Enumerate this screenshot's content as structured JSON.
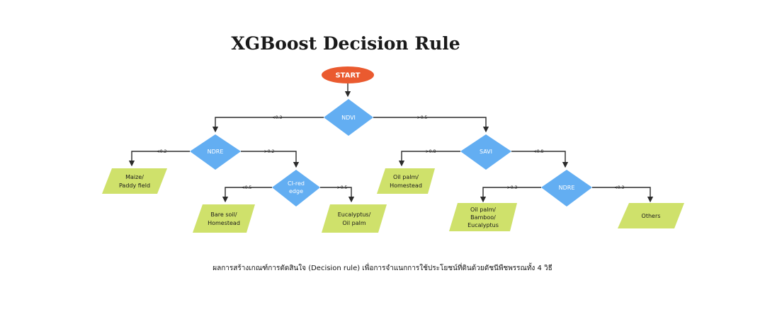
{
  "title": "XGBoost Decision Rule",
  "start": {
    "label": "START",
    "color": "#ea5a2f"
  },
  "colors": {
    "decision": "#63aef2",
    "leaf": "#cfe16b",
    "edge": "#2b2b2b"
  },
  "decisions": {
    "ndvi": "NDVI",
    "ndre_left": "NDRE",
    "savi": "SAVI",
    "clred_line1": "CI-red",
    "clred_line2": "edge",
    "ndre_right": "NDRE"
  },
  "edges": {
    "ndvi_left": "<0.3",
    "ndvi_right": ">0.5",
    "ndre_left_left": "<0.2",
    "ndre_left_right": ">0.2",
    "clred_left": "<0.5",
    "clred_right": ">0.5",
    "savi_left": ">0.8",
    "savi_right": "<0.8",
    "ndre_right_left": ">0.3",
    "ndre_right_right": "<0.3"
  },
  "leaves": {
    "maize_l1": "Maize/",
    "maize_l2": "Paddy field",
    "bare_l1": "Bare soil/",
    "bare_l2": "Homestead",
    "euc_l1": "Eucalyptus/",
    "euc_l2": "Oil palm",
    "oilpalm_l1": "Oil palm/",
    "oilpalm_l2": "Homestead",
    "obe_l1": "Oil palm/",
    "obe_l2": "Bamboo/",
    "obe_l3": "Eucalyptus",
    "others": "Others"
  },
  "caption": "ผลการสร้างเกณฑ์การตัดสินใจ (Decision rule) เพื่อการจำแนกการใช้ประโยชน์ที่ดินด้วยดัชนีพืชพรรณทั้ง 4 วิธี"
}
